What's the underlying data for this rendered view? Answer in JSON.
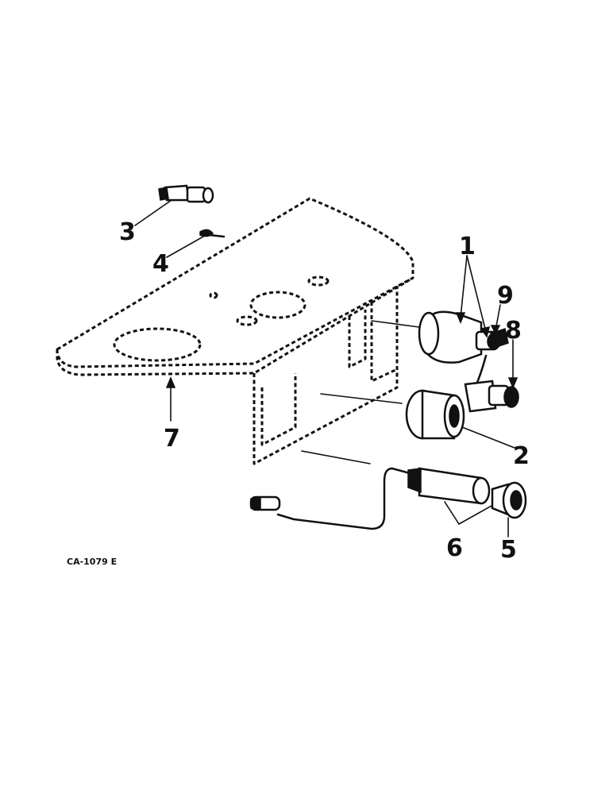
{
  "diagram": {
    "callouts": {
      "c1": "1",
      "c2": "2",
      "c3": "3",
      "c4": "4",
      "c5": "5",
      "c6": "6",
      "c7": "7",
      "c8": "8",
      "c9": "9"
    },
    "drawing_code": "CA-1079 E"
  }
}
